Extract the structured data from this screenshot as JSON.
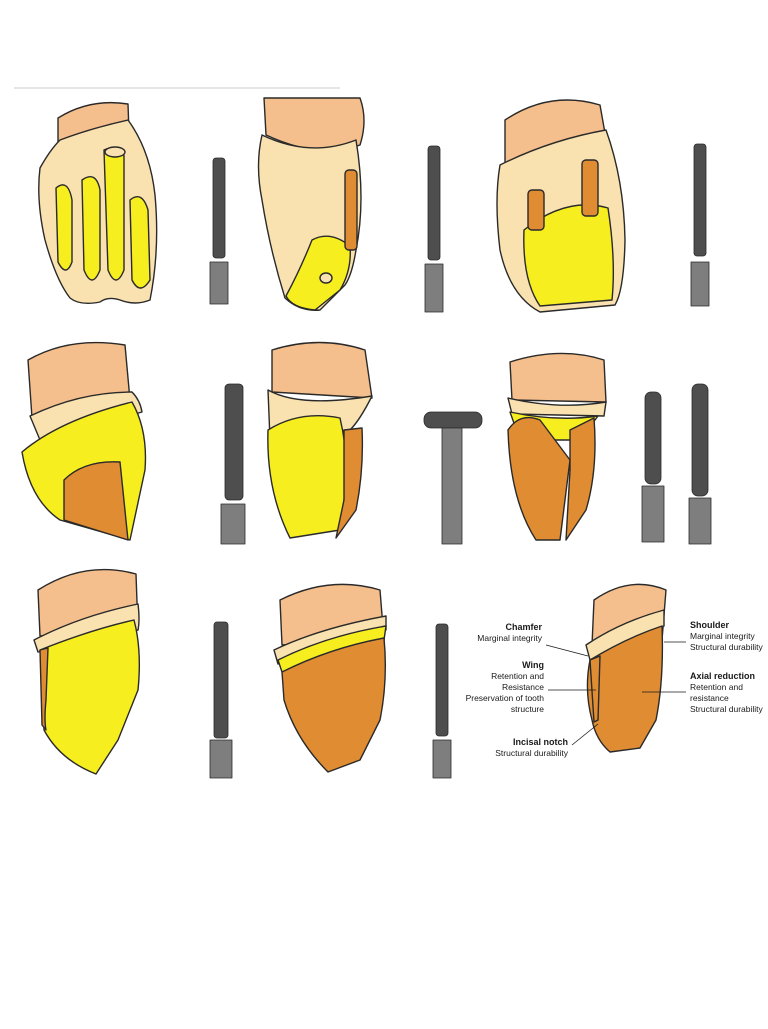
{
  "colors": {
    "gum": "#f4bf8c",
    "enamel": "#f9e2b0",
    "prep_yellow": "#f6ee1e",
    "prep_orange": "#df8c33",
    "bur_gray": "#7e7e7e",
    "bur_dark": "#4e4e4e",
    "outline": "#2a2a2a"
  },
  "labels": {
    "chamfer": {
      "title": "Chamfer",
      "lines": [
        "Marginal integrity"
      ]
    },
    "wing": {
      "title": "Wing",
      "lines": [
        "Retention and",
        "Resistance",
        "Preservation of tooth",
        "structure"
      ]
    },
    "incisal_notch": {
      "title": "Incisal notch",
      "lines": [
        "Structural durability"
      ]
    },
    "shoulder": {
      "title": "Shoulder",
      "lines": [
        "Marginal integrity",
        "Structural durability"
      ]
    },
    "axial_reduction": {
      "title": "Axial reduction",
      "lines": [
        "Retention and",
        "resistance",
        "Structural durability"
      ]
    }
  }
}
